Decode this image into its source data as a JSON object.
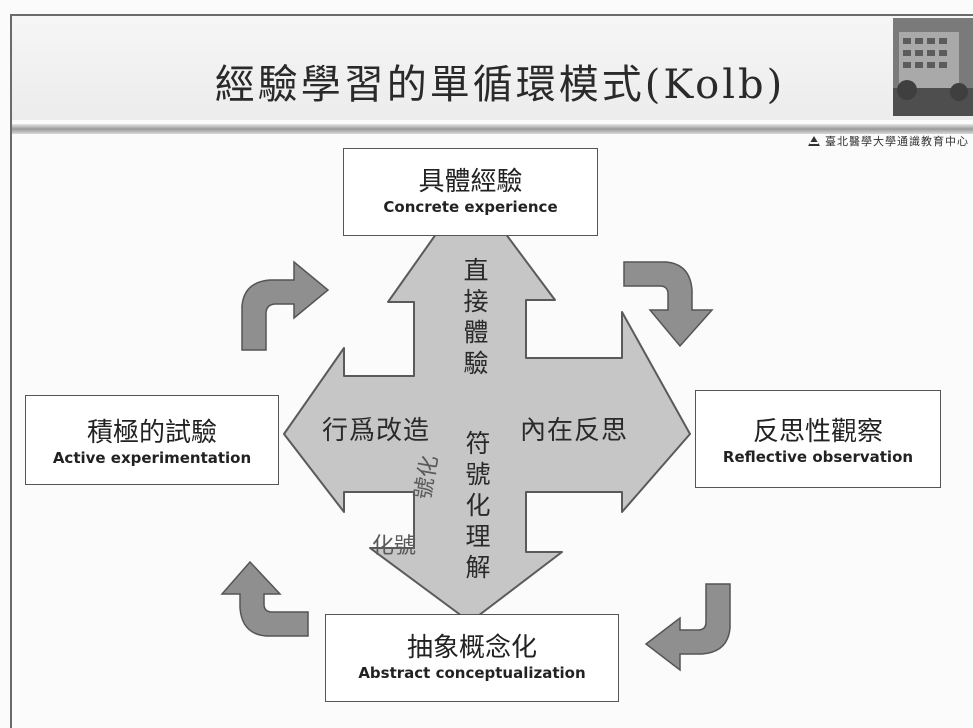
{
  "title": "經驗學習的單循環模式(Kolb)",
  "school": "臺北醫學大學通識教育中心",
  "boxes": {
    "top": {
      "zh": "具體經驗",
      "en": "Concrete experience"
    },
    "left": {
      "zh": "積極的試驗",
      "en": "Active experimentation"
    },
    "right": {
      "zh": "反思性觀察",
      "en": "Reflective observation"
    },
    "bottom": {
      "zh": "抽象概念化",
      "en": "Abstract conceptualization"
    }
  },
  "arrow_labels": {
    "left": "行爲改造",
    "right": "內在反思",
    "top": "直接體驗",
    "bottom": "符號化理解"
  },
  "ghost_text": {
    "rotated": "號化",
    "lower": "化號"
  },
  "colors": {
    "arrow_fill": "#c6c6c6",
    "arrow_stroke": "#5a5a5a",
    "curved_arrow_fill": "#8f8f8f",
    "box_border": "#555555"
  },
  "icons": {
    "cross": "four-way-arrow-cross",
    "cycle": "curved-arrow-icons",
    "logo": "school-logo-icon"
  }
}
